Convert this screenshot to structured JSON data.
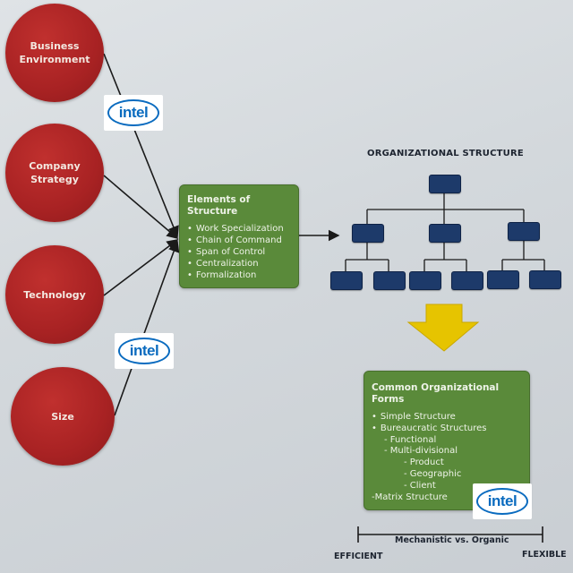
{
  "factors": [
    "Business Environment",
    "Company Strategy",
    "Technology",
    "Size"
  ],
  "elements_box": {
    "title": "Elements of Structure",
    "items": [
      "Work Specialization",
      "Chain of Command",
      "Span of Control",
      "Centralization",
      "Formalization"
    ]
  },
  "org_chart": {
    "title": "ORGANIZATIONAL STRUCTURE"
  },
  "forms_box": {
    "title": "Common Organizational Forms",
    "line1": "Simple Structure",
    "line2": "Bureaucratic Structures",
    "line3": "- Functional",
    "line4": "- Multi-divisional",
    "line5": "- Product",
    "line6": "- Geographic",
    "line7": "- Client",
    "line8": "-Matrix Structure"
  },
  "spectrum": {
    "label": "Mechanistic vs. Organic",
    "left": "EFFICIENT",
    "right": "FLEXIBLE"
  },
  "watermark": "intel",
  "colors": {
    "circle_red": "#a82223",
    "box_green": "#5a8a3a",
    "node_navy": "#1d3a6a",
    "arrow_yellow": "#e6c400",
    "intel_blue": "#0a6bbf"
  }
}
